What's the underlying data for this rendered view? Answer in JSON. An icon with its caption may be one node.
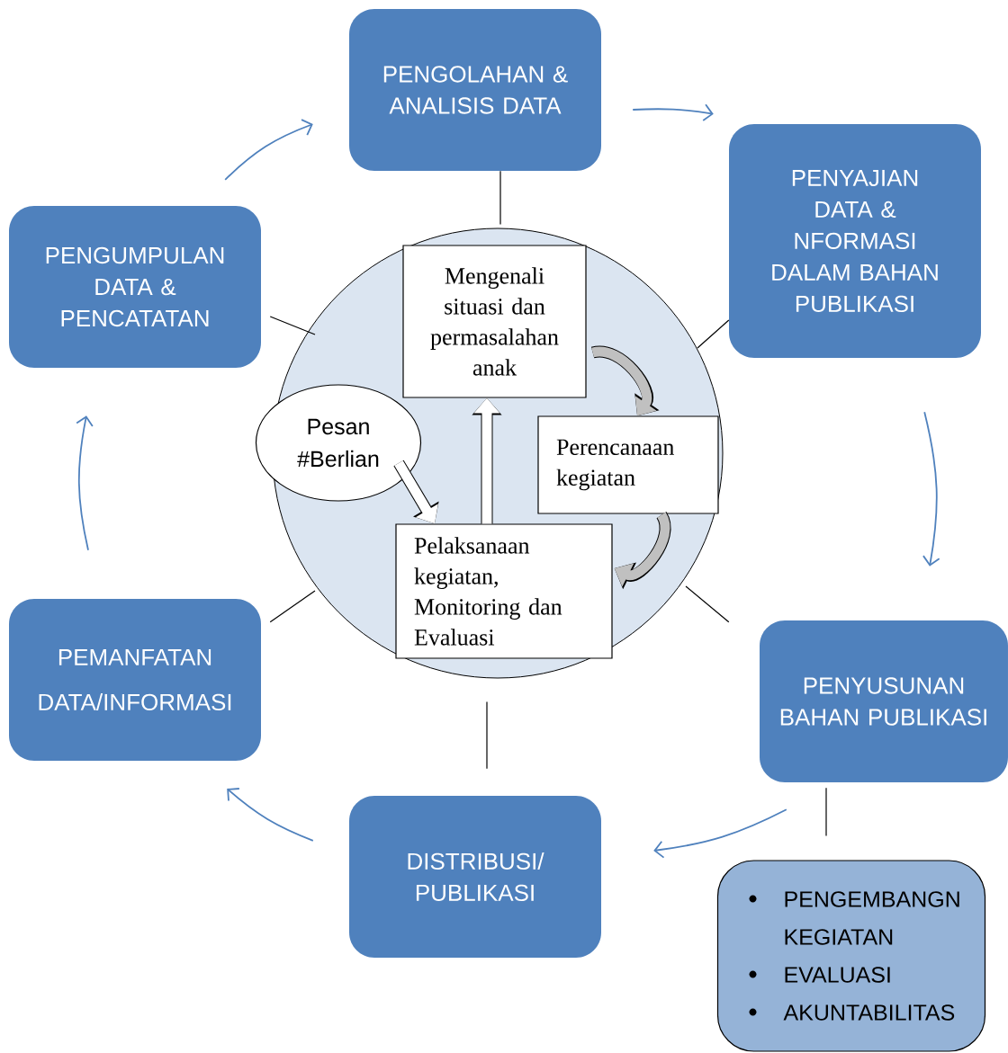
{
  "diagram": {
    "nodes": [
      {
        "text": [
          "PENGOLAHAN & ANALISIS DATA"
        ]
      },
      {
        "text": [
          "PENYAJIAN DATA & NFORMASI DALAM BAHAN PUBLIKASI"
        ]
      },
      {
        "text": [
          "PENYUSUNAN BAHAN PUBLIKASI"
        ]
      },
      {
        "text": [
          "DISTRIBUSI/ PUBLIKASI"
        ]
      },
      {
        "text": [
          "PEMANFATAN DATA/INFORMASI"
        ]
      },
      {
        "text": [
          "PENGUMPULAN DATA & PENCATATAN"
        ]
      },
      {
        "text": [],
        "shape": "circle"
      },
      {
        "text": [
          "Mengenali situasi dan permasalahan anak"
        ],
        "in": 6
      },
      {
        "text": [
          "Perencanaan kegiatan"
        ],
        "in": 6
      },
      {
        "text": [
          "Pelaksanaan kegiatan, Monitoring dan Evaluasi"
        ],
        "in": 6
      },
      {
        "text": [
          "Pesan #Berlian"
        ]
      },
      {
        "text": [
          "PENGEMBANGN KEGIATAN",
          "EVALUASI",
          "AKUNTABILITAS"
        ]
      }
    ],
    "edges": [
      {
        "from": 5,
        "to": 0,
        "arrow": "to",
        "color": "#4f81bd"
      },
      {
        "from": 0,
        "to": 1,
        "arrow": "to",
        "color": "#4f81bd"
      },
      {
        "from": 1,
        "to": 2,
        "arrow": "to",
        "color": "#4f81bd"
      },
      {
        "from": 2,
        "to": 3,
        "arrow": "to",
        "color": "#4f81bd"
      },
      {
        "from": 3,
        "to": 4,
        "arrow": "to",
        "color": "#4f81bd"
      },
      {
        "from": 4,
        "to": 5,
        "arrow": "to",
        "color": "#4f81bd"
      },
      {
        "from": 0,
        "to": 6,
        "arrow": "none"
      },
      {
        "from": 1,
        "to": 6,
        "arrow": "none"
      },
      {
        "from": 2,
        "to": 6,
        "arrow": "none"
      },
      {
        "from": 3,
        "to": 6,
        "arrow": "none"
      },
      {
        "from": 4,
        "to": 6,
        "arrow": "none"
      },
      {
        "from": 5,
        "to": 6,
        "arrow": "none"
      },
      {
        "from": 2,
        "to": 11,
        "arrow": "none"
      },
      {
        "from": 7,
        "to": 8,
        "arrow": "to",
        "style": "thick",
        "color": "#c0c0c0"
      },
      {
        "from": 8,
        "to": 9,
        "arrow": "to",
        "style": "thick",
        "color": "#c0c0c0"
      },
      {
        "from": 9,
        "to": 7,
        "arrow": "to",
        "style": "thick",
        "color": "#ffffff"
      },
      {
        "from": 10,
        "to": 9,
        "arrow": "to",
        "style": "thick",
        "color": "#ffffff"
      }
    ]
  }
}
